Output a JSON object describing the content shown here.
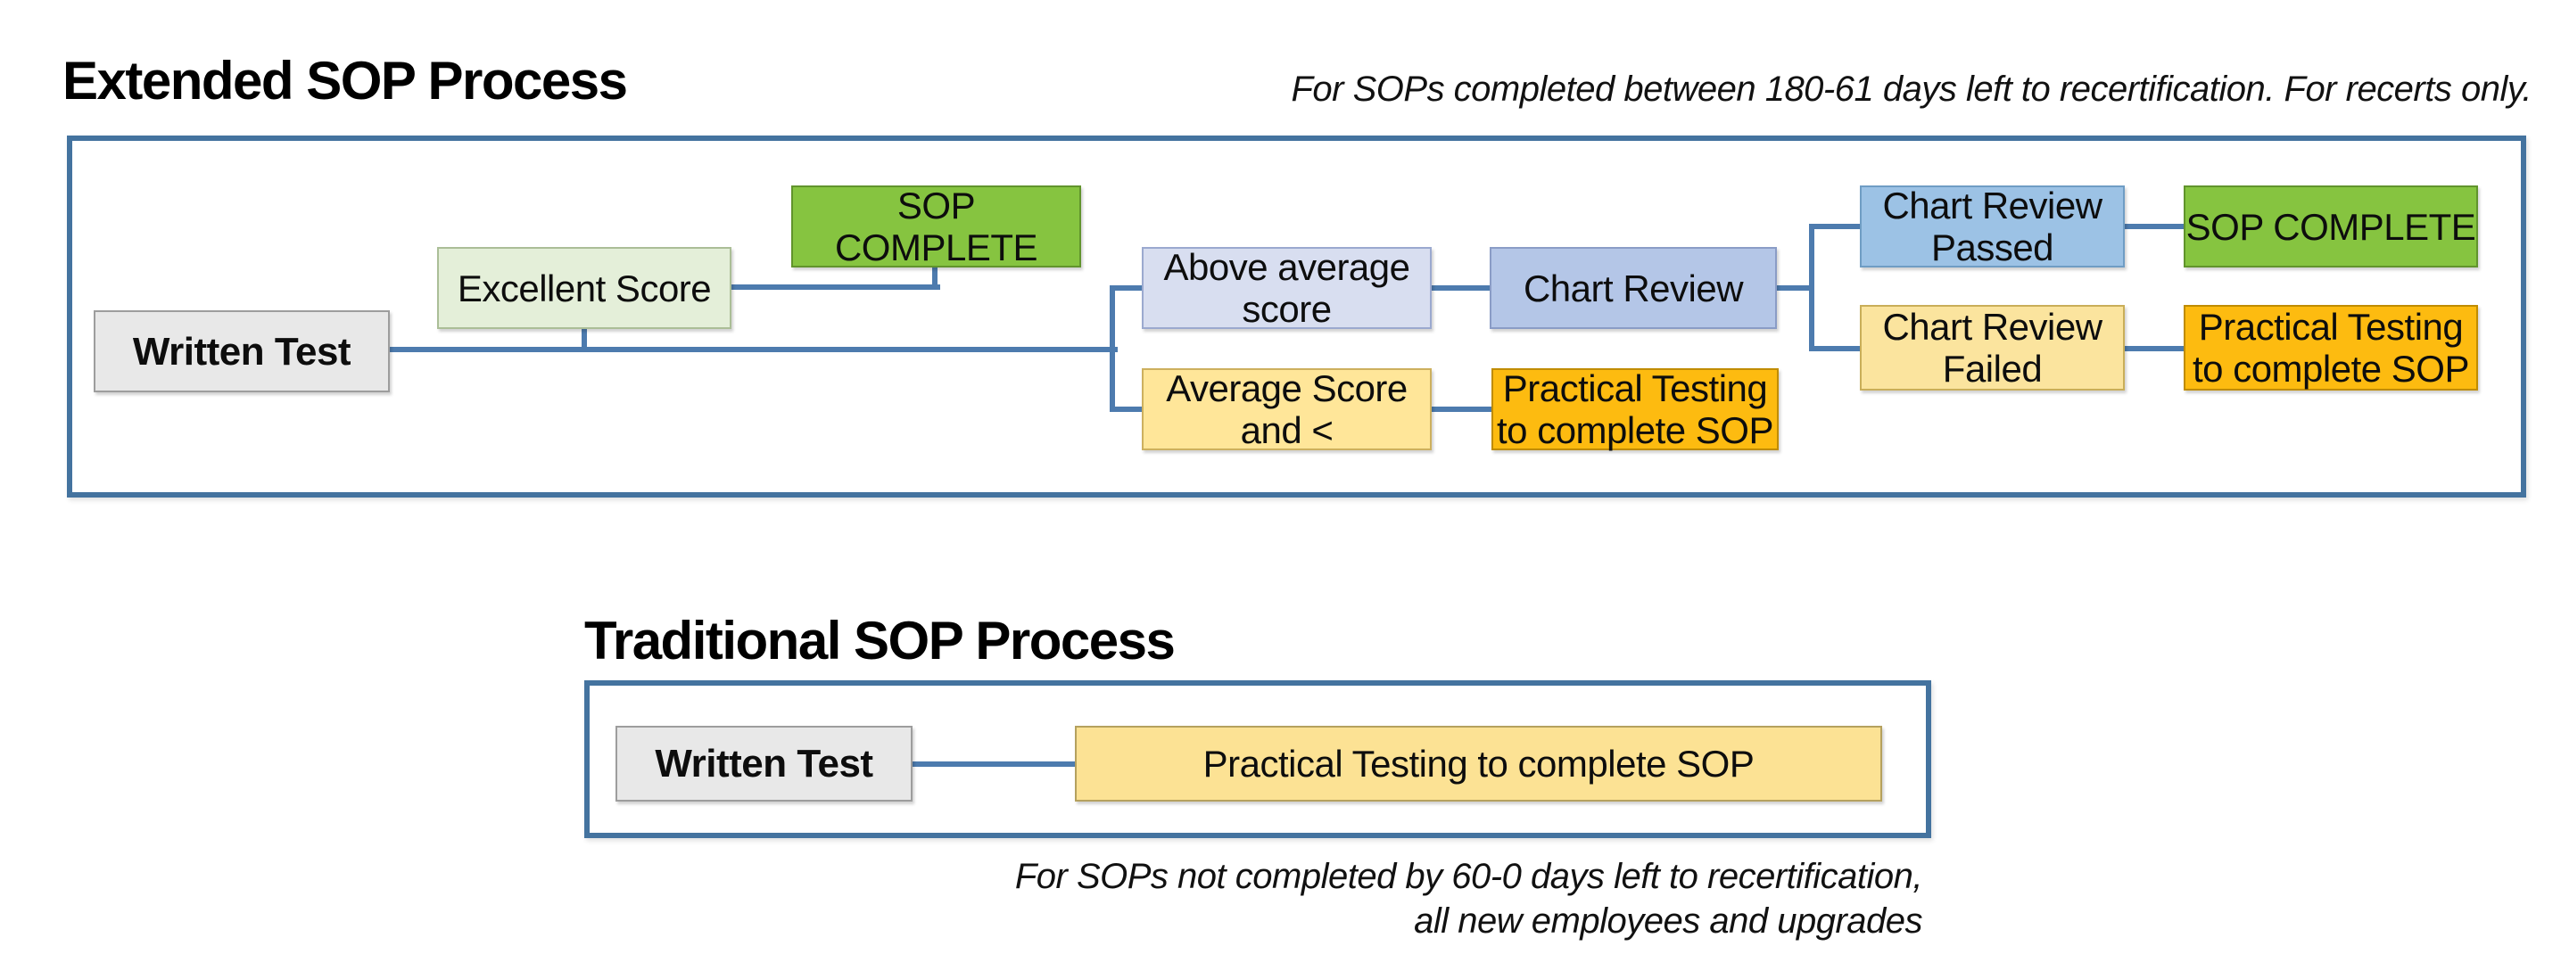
{
  "extended": {
    "title": "Extended SOP Process",
    "caption": "For SOPs completed between 180-61 days left to recertification. For recerts only.",
    "boxes": {
      "written_test": "Written Test",
      "excellent_score": "Excellent Score",
      "sop_complete_1": "SOP COMPLETE",
      "above_average": "Above average\nscore",
      "average_score": "Average Score\nand <",
      "chart_review": "Chart Review",
      "practical_1": "Practical Testing\nto complete SOP",
      "chart_review_passed": "Chart Review\nPassed",
      "chart_review_failed": "Chart Review\nFailed",
      "sop_complete_2": "SOP COMPLETE",
      "practical_2": "Practical Testing\nto complete SOP"
    }
  },
  "traditional": {
    "title": "Traditional SOP Process",
    "boxes": {
      "written_test": "Written Test",
      "practical": "Practical Testing to complete SOP"
    },
    "caption_line1": "For SOPs not completed by 60-0 days left to recertification,",
    "caption_line2": "all new employees and upgrades"
  },
  "palette": {
    "connector_blue": "#4d7bae",
    "container_border": "#44739f",
    "box_gray": "#e8e8e8",
    "box_pale_green": "#e4efd9",
    "box_green": "#86c440",
    "box_pale_blue": "#d8def0",
    "box_mid_blue": "#b4c6e7",
    "box_sky_blue": "#9cc2e5",
    "box_yellow": "#ffe699",
    "box_pale_yellow": "#fbe49e",
    "box_traditional_yellow": "#fce294",
    "box_orange": "#fdbb10",
    "text": "#111111"
  }
}
